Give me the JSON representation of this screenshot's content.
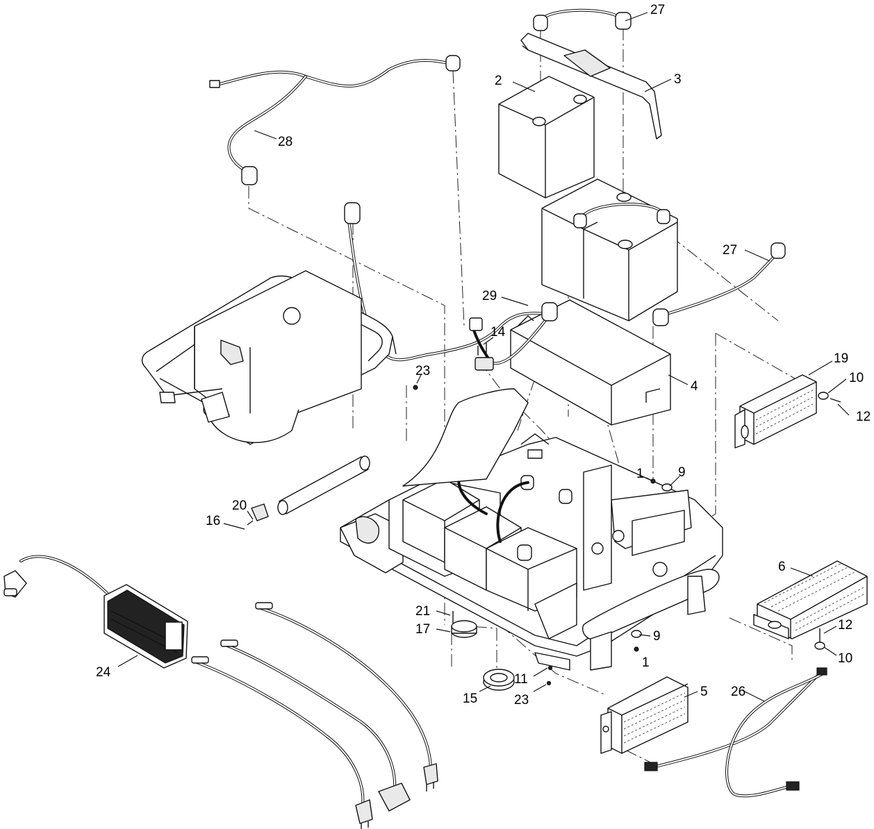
{
  "callouts": {
    "c1a": "1",
    "c1b": "1",
    "c2": "2",
    "c3": "3",
    "c4": "4",
    "c5": "5",
    "c6": "6",
    "c9a": "9",
    "c9b": "9",
    "c10a": "10",
    "c10b": "10",
    "c11": "11",
    "c12a": "12",
    "c12b": "12",
    "c14": "14",
    "c15": "15",
    "c16": "16",
    "c17": "17",
    "c19": "19",
    "c20": "20",
    "c21": "21",
    "c23a": "23",
    "c23b": "23",
    "c24": "24",
    "c26": "26",
    "c27a": "27",
    "c27b": "27",
    "c28": "28",
    "c29": "29"
  }
}
